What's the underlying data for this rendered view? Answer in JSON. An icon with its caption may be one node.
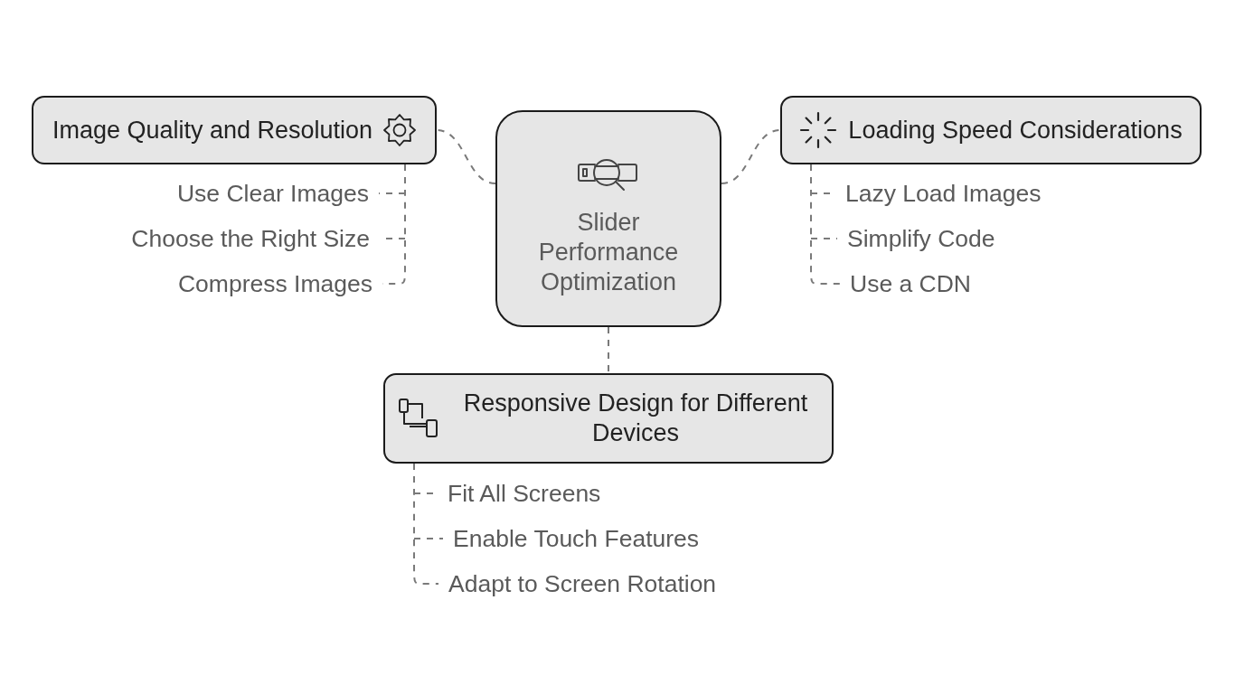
{
  "diagram": {
    "nodes": [
      {
        "text": [
          "Slider Performance Optimization"
        ]
      },
      {
        "text": [
          "Image Quality and Resolution"
        ]
      },
      {
        "text": [
          "Use Clear Images"
        ]
      },
      {
        "text": [
          "Choose the Right Size"
        ]
      },
      {
        "text": [
          "Compress Images"
        ]
      },
      {
        "text": [
          "Loading Speed Considerations"
        ]
      },
      {
        "text": [
          "Lazy Load Images"
        ]
      },
      {
        "text": [
          "Simplify Code"
        ]
      },
      {
        "text": [
          "Use a CDN"
        ]
      },
      {
        "text": [
          "Responsive Design for Different Devices"
        ]
      },
      {
        "text": [
          "Fit All Screens"
        ]
      },
      {
        "text": [
          "Enable Touch Features"
        ]
      },
      {
        "text": [
          "Adapt to Screen Rotation"
        ]
      }
    ],
    "edges": [
      {
        "from": 0,
        "to": 1,
        "arrow": "none",
        "style": "dashed"
      },
      {
        "from": 1,
        "to": 2,
        "arrow": "none",
        "style": "dashed"
      },
      {
        "from": 1,
        "to": 3,
        "arrow": "none",
        "style": "dashed"
      },
      {
        "from": 1,
        "to": 4,
        "arrow": "none",
        "style": "dashed"
      },
      {
        "from": 0,
        "to": 5,
        "arrow": "none",
        "style": "dashed"
      },
      {
        "from": 5,
        "to": 6,
        "arrow": "none",
        "style": "dashed"
      },
      {
        "from": 5,
        "to": 7,
        "arrow": "none",
        "style": "dashed"
      },
      {
        "from": 5,
        "to": 8,
        "arrow": "none",
        "style": "dashed"
      },
      {
        "from": 0,
        "to": 9,
        "arrow": "none",
        "style": "dashed"
      },
      {
        "from": 9,
        "to": 10,
        "arrow": "none",
        "style": "dashed"
      },
      {
        "from": 9,
        "to": 11,
        "arrow": "none",
        "style": "dashed"
      },
      {
        "from": 9,
        "to": 12,
        "arrow": "none",
        "style": "dashed"
      }
    ]
  }
}
